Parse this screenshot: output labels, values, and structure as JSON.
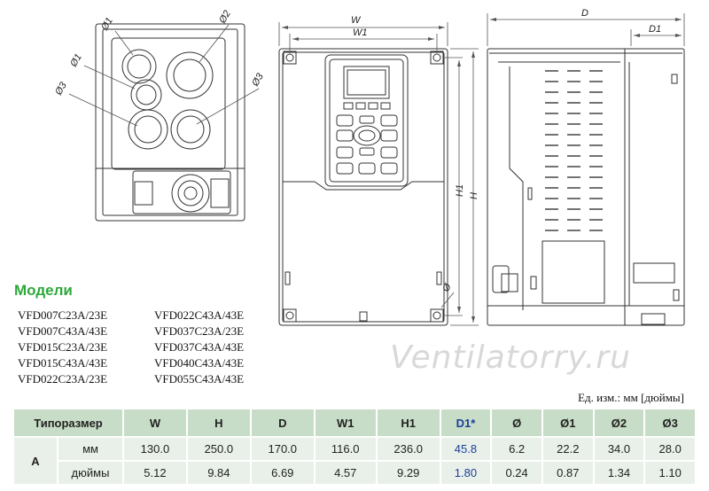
{
  "drawing_labels": {
    "w": "W",
    "w1": "W1",
    "d": "D",
    "d1": "D1",
    "h": "H",
    "h1": "H1",
    "phi1_a": "Ø1",
    "phi2": "Ø2",
    "phi1_b": "Ø1",
    "phi3_a": "Ø3",
    "phi3_b": "Ø3",
    "phi_small": "Ø"
  },
  "models_title": "Модели",
  "models_left": [
    "VFD007C23A/23E",
    "VFD007C43A/43E",
    "VFD015C23A/23E",
    "VFD015C43A/43E",
    "VFD022C23A/23E"
  ],
  "models_right": [
    "VFD022C43A/43E",
    "VFD037C23A/23E",
    "VFD037C43A/43E",
    "VFD040C43A/43E",
    "VFD055C43A/43E"
  ],
  "watermark": "Ventilatorry.ru",
  "units_note": "Ед. изм.: мм [дюймы]",
  "table": {
    "headers": [
      "Типоразмер",
      "W",
      "H",
      "D",
      "W1",
      "H1",
      "D1*",
      "Ø",
      "Ø1",
      "Ø2",
      "Ø3"
    ],
    "frame": "A",
    "rows": [
      {
        "unit": "мм",
        "values": [
          "130.0",
          "250.0",
          "170.0",
          "116.0",
          "236.0",
          "45.8",
          "6.2",
          "22.2",
          "34.0",
          "28.0"
        ]
      },
      {
        "unit": "дюймы",
        "values": [
          "5.12",
          "9.84",
          "6.69",
          "4.57",
          "9.29",
          "1.80",
          "0.24",
          "0.87",
          "1.34",
          "1.10"
        ]
      }
    ]
  }
}
